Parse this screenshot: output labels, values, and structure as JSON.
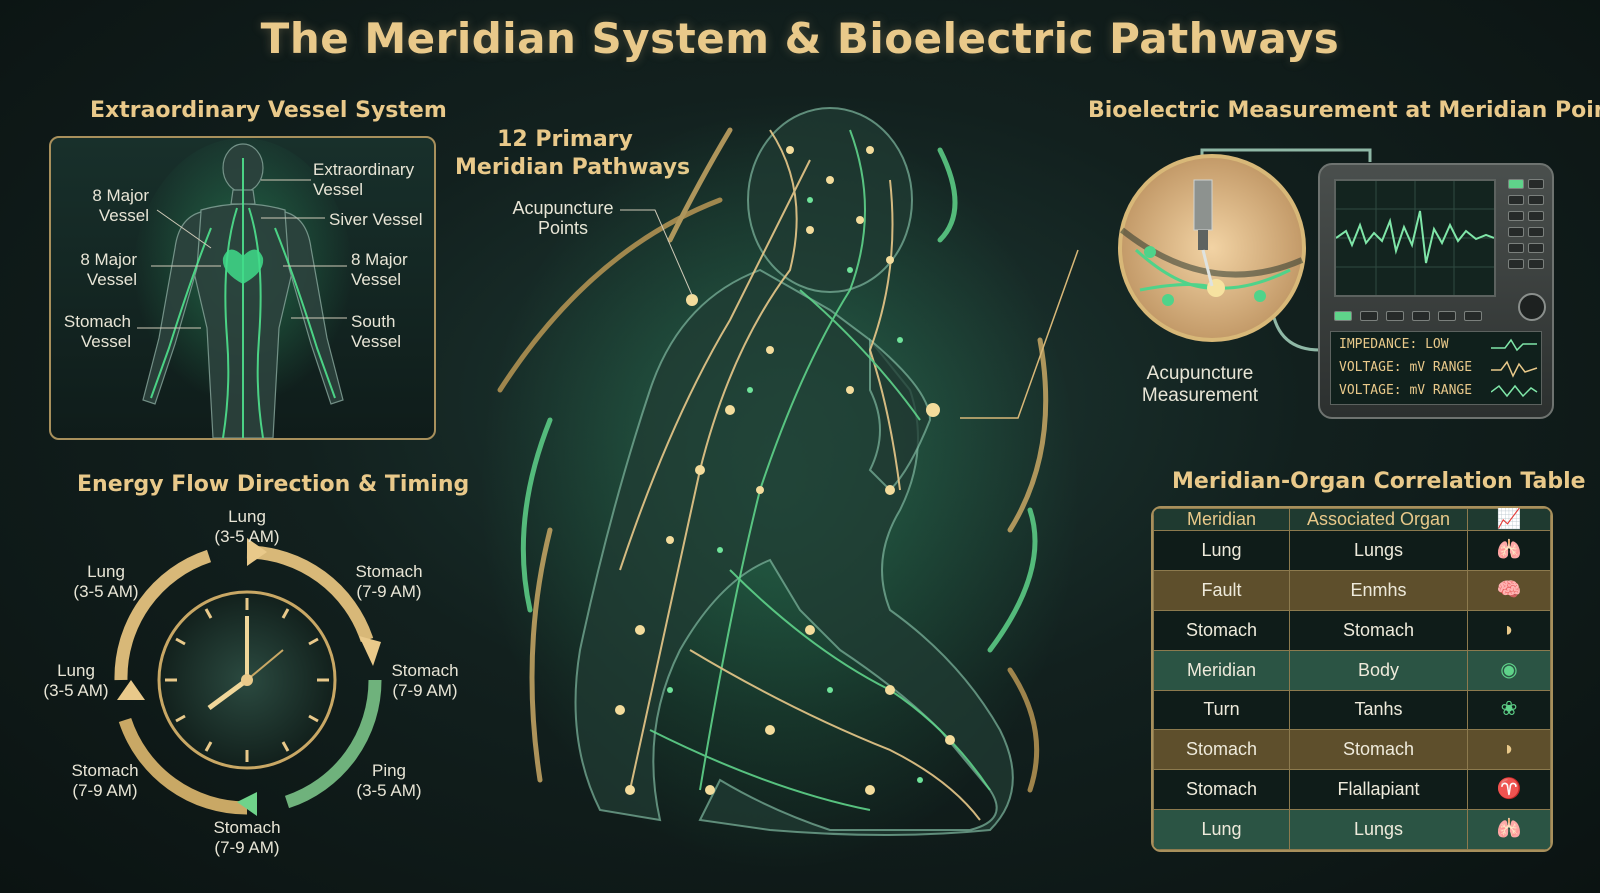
{
  "title": "The Meridian System & Bioelectric Pathways",
  "vessel_section": {
    "heading": "Extraordinary Vessel System",
    "labels": {
      "extraordinary_vessel": "Extraordinary\nVessel",
      "major_vessel_top": "8 Major\nVessel",
      "siver_vessel": "Siver Vessel",
      "major_vessel_left": "8 Major\nVessel",
      "major_vessel_right": "8 Major\nVessel",
      "stomach_vessel": "Stomach\nVessel",
      "south_vessel": "South\nVessel"
    }
  },
  "flow_section": {
    "heading": "Energy Flow Direction & Timing",
    "labels": [
      {
        "name": "Lung",
        "time": "(3-5 AM)"
      },
      {
        "name": "Stomach",
        "time": "(7-9 AM)"
      },
      {
        "name": "Stomach",
        "time": "(7-9 AM)"
      },
      {
        "name": "Ping",
        "time": "(3-5 AM)"
      },
      {
        "name": "Stomach",
        "time": "(7-9 AM)"
      },
      {
        "name": "Stomach",
        "time": "(7-9 AM)"
      },
      {
        "name": "Lung",
        "time": "(3-5 AM)"
      },
      {
        "name": "Lung",
        "time": "(3-5 AM)"
      }
    ]
  },
  "figure_section": {
    "heading": "12 Primary\nMeridian Pathways",
    "acupuncture_points": "Acupuncture\nPoints"
  },
  "bioelectric_section": {
    "heading": "Bioelectric Measurement at Meridian Points",
    "measurement_label": "Acupuncture\nMeasurement",
    "readouts": [
      "IMPEDANCE: LOW",
      "VOLTAGE:  mV RANGE",
      "VOLTAGE:  mV RANGE"
    ]
  },
  "table_section": {
    "heading": "Meridian-Organ Correlation Table",
    "columns": [
      "Meridian",
      "Associated Organ"
    ],
    "header_icon": "chart-icon",
    "rows": [
      {
        "meridian": "Lung",
        "organ": "Lungs",
        "icon": "lungs-icon",
        "style": "dark"
      },
      {
        "meridian": "Fault",
        "organ": "Enmhs",
        "icon": "brain-icon",
        "style": "gold"
      },
      {
        "meridian": "Stomach",
        "organ": "Stomach",
        "icon": "stomach-icon",
        "style": "dark"
      },
      {
        "meridian": "Meridian",
        "organ": "Body",
        "icon": "eye-icon",
        "style": "green"
      },
      {
        "meridian": "Turn",
        "organ": "Tanhs",
        "icon": "liver-icon",
        "style": "dark"
      },
      {
        "meridian": "Stomach",
        "organ": "Stomach",
        "icon": "stomach-icon",
        "style": "gold"
      },
      {
        "meridian": "Stomach",
        "organ": "Flallapiant",
        "icon": "uterus-icon",
        "style": "dark"
      },
      {
        "meridian": "Lung",
        "organ": "Lungs",
        "icon": "lungs-icon",
        "style": "green"
      }
    ]
  },
  "colors": {
    "gold": "#e9c98a",
    "green": "#5fd38a",
    "background": "#12201e"
  }
}
